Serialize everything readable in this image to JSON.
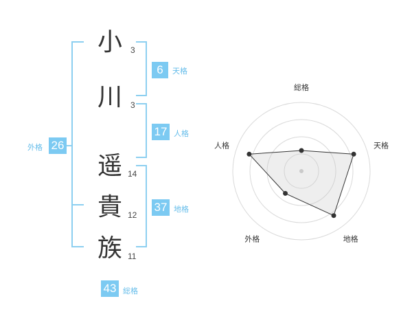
{
  "name_chars": [
    {
      "char": "小",
      "strokes": "3"
    },
    {
      "char": "川",
      "strokes": "3"
    },
    {
      "char": "遥",
      "strokes": "14"
    },
    {
      "char": "貴",
      "strokes": "12"
    },
    {
      "char": "族",
      "strokes": "11"
    }
  ],
  "fortunes": {
    "tenkaku": {
      "value": "6",
      "label": "天格"
    },
    "jinkaku": {
      "value": "17",
      "label": "人格"
    },
    "chikaku": {
      "value": "37",
      "label": "地格"
    },
    "gaikaku": {
      "value": "26",
      "label": "外格"
    },
    "soukaku": {
      "value": "43",
      "label": "総格"
    }
  },
  "colors": {
    "accent": "#7ccaf2",
    "bracket": "#8ccff0",
    "label": "#66bdea"
  },
  "chart_data": {
    "type": "radar",
    "axes": [
      "総格",
      "天格",
      "地格",
      "外格",
      "人格"
    ],
    "values": [
      1.5,
      4,
      4,
      2,
      4
    ],
    "rmax": 5,
    "rings": 4
  }
}
